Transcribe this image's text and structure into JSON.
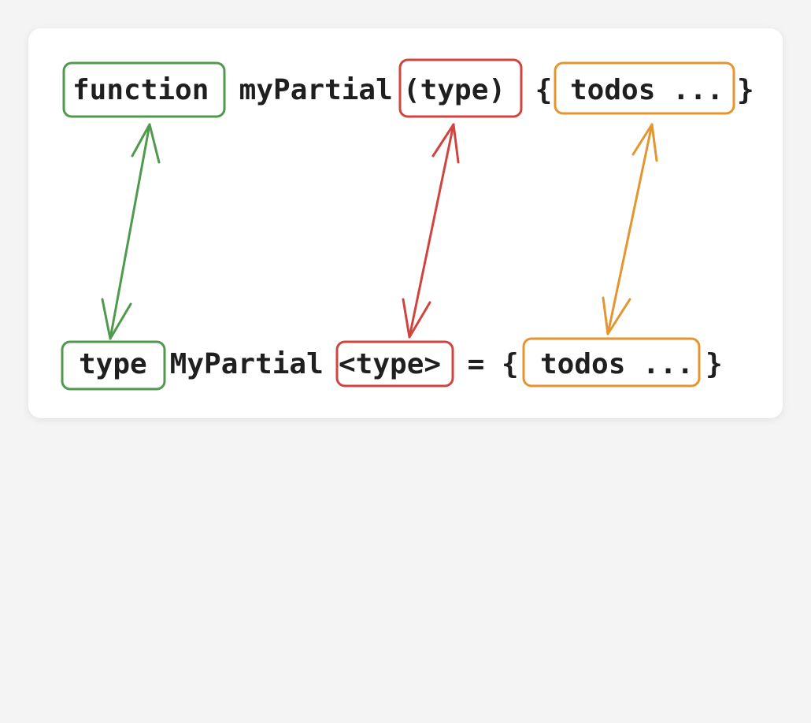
{
  "top_line": {
    "keyword": "function",
    "name": " myPartial",
    "param": "(type)",
    "open_brace": " {",
    "body": "todos ...",
    "close_brace": "}"
  },
  "bottom_line": {
    "keyword": "type",
    "name": " MyPartial",
    "param": "<type>",
    "equals": " = {",
    "body": "todos ...",
    "close_brace": "}"
  },
  "colors": {
    "keyword_pair": "#4f9a4c",
    "param_pair": "#d0443f",
    "body_pair": "#e5952f",
    "text": "#1f1f1f"
  }
}
